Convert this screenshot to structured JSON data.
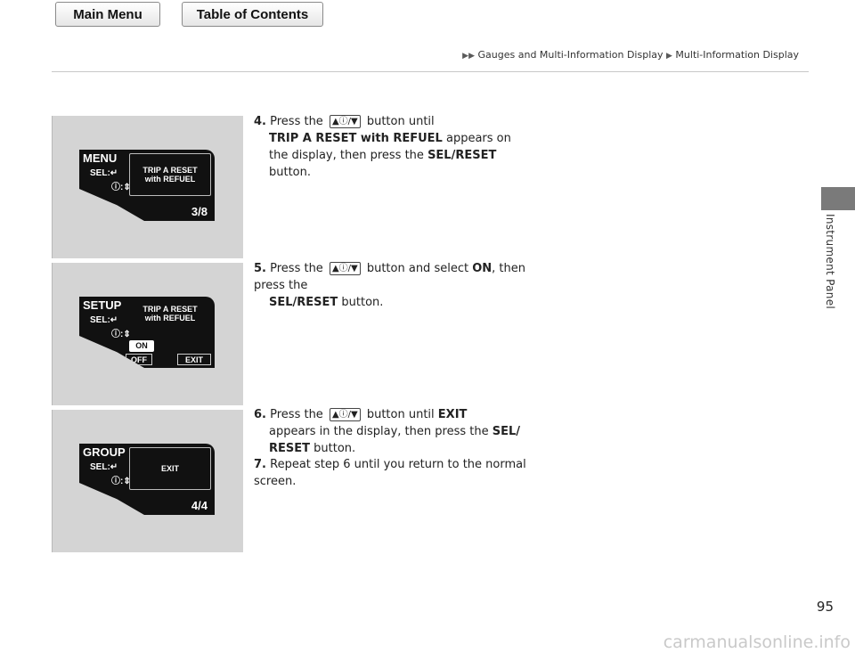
{
  "nav": {
    "main_menu": "Main Menu",
    "toc": "Table of Contents"
  },
  "breadcrumb": {
    "part1": "Gauges and Multi-Information Display",
    "part2": "Multi-Information Display"
  },
  "side_label": "Instrument Panel",
  "panels": [
    {
      "head": "MENU",
      "sel": "SEL:↵",
      "info": "ⓘ:⇕",
      "box_line1": "TRIP A RESET",
      "box_line2": "with REFUEL",
      "count": "3/8"
    },
    {
      "head": "SETUP",
      "sel": "SEL:↵",
      "info": "ⓘ:⇕",
      "box_line1": "TRIP A RESET",
      "box_line2": "with REFUEL",
      "on": "ON",
      "off": "OFF",
      "exit": "EXIT"
    },
    {
      "head": "GROUP",
      "sel": "SEL:↵",
      "info": "ⓘ:⇕",
      "box_line1": "EXIT",
      "count": "4/4"
    }
  ],
  "steps": {
    "s4": {
      "num": "4.",
      "t1": "Press the",
      "icon": "▲ⓘ/▼",
      "t2": "button until",
      "b1": "TRIP A RESET with REFUEL",
      "t3": "appears on the display, then press the",
      "b2": "SEL/RESET",
      "t4": "button."
    },
    "s5": {
      "num": "5.",
      "t1": "Press the",
      "icon": "▲ⓘ/▼",
      "t2": "button and select",
      "b1": "ON",
      "t3": ", then press the",
      "b2": "SEL/RESET",
      "t4": "button."
    },
    "s6": {
      "num": "6.",
      "t1": "Press the",
      "icon": "▲ⓘ/▼",
      "t2": "button until",
      "b1": "EXIT",
      "t3": "appears in the display, then press the",
      "b2": "SEL/ RESET",
      "t4": "button."
    },
    "s7": {
      "num": "7.",
      "t1": "Repeat step 6 until you return to the normal screen."
    }
  },
  "page_number": "95",
  "watermark": "carmanualsonline.info"
}
